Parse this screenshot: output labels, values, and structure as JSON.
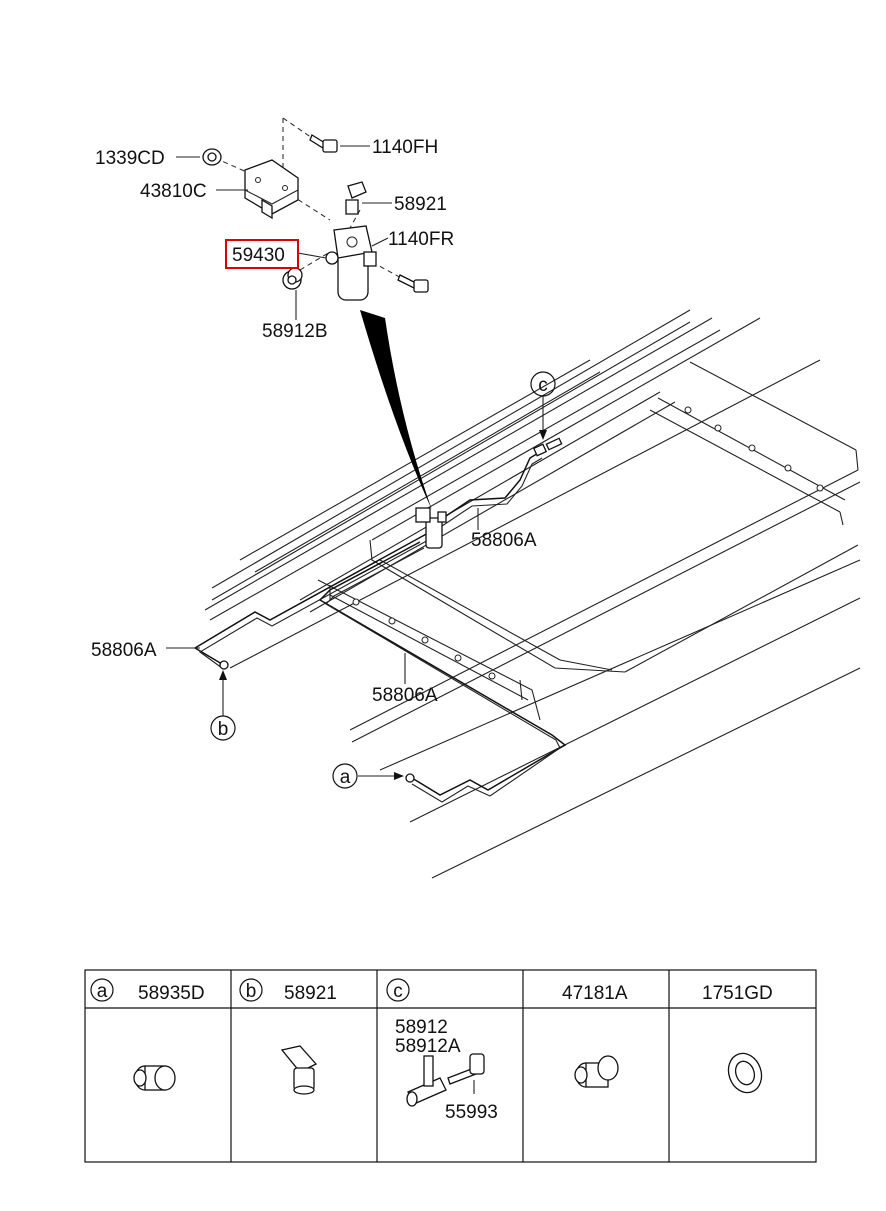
{
  "callouts": {
    "c1339cd": "1339CD",
    "c43810c": "43810C",
    "c1140fh": "1140FH",
    "c58921": "58921",
    "c1140fr": "1140FR",
    "c59430": "59430",
    "c58912b": "58912B",
    "c58806a_top": "58806A",
    "c58806a_left": "58806A",
    "c58806a_bottom": "58806A"
  },
  "circle_refs": {
    "a": "a",
    "b": "b",
    "c": "c"
  },
  "highlighted_part": "59430",
  "highlight_color": "#e00000",
  "legend": {
    "columns": [
      {
        "ref": "a",
        "title": "58935D"
      },
      {
        "ref": "b",
        "title": "58921"
      },
      {
        "ref": "c",
        "title": "",
        "parts": [
          "58912",
          "58912A",
          "55993"
        ]
      },
      {
        "ref": "",
        "title": "47181A"
      },
      {
        "ref": "",
        "title": "1751GD"
      }
    ]
  }
}
